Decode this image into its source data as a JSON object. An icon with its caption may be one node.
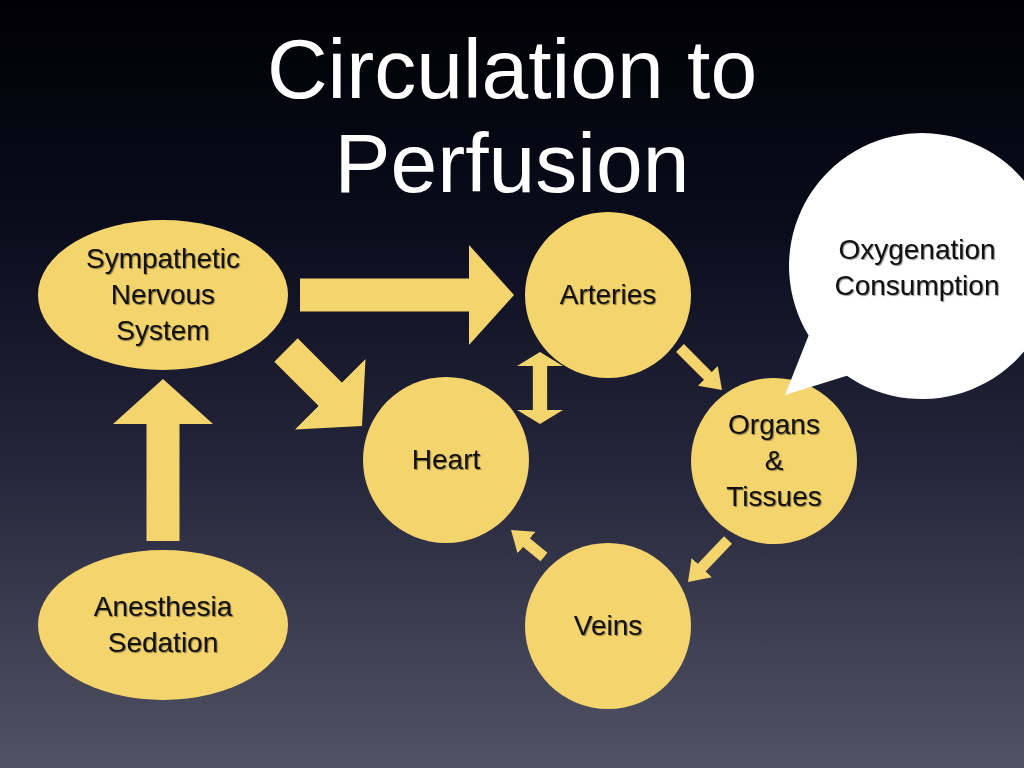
{
  "diagram": {
    "title": "Circulation to Perfusion",
    "nodes": [
      {
        "text": [
          "Sympathetic Nervous System"
        ]
      },
      {
        "text": [
          "Arteries"
        ]
      },
      {
        "text": [
          "Oxygenation Consumption"
        ]
      },
      {
        "text": [
          "Heart"
        ]
      },
      {
        "text": [
          "Organs & Tissues"
        ]
      },
      {
        "text": [
          "Anesthesia Sedation"
        ]
      },
      {
        "text": [
          "Veins"
        ]
      }
    ],
    "edges": [
      {
        "from": 0,
        "to": 1,
        "arrow": "to",
        "style": "thick"
      },
      {
        "from": 0,
        "to": 3,
        "arrow": "to",
        "style": "thick"
      },
      {
        "from": 5,
        "to": 0,
        "arrow": "to",
        "style": "thick"
      },
      {
        "from": 1,
        "to": 3,
        "arrow": "both"
      },
      {
        "from": 1,
        "to": 4,
        "arrow": "to"
      },
      {
        "from": 4,
        "to": 6,
        "arrow": "to"
      },
      {
        "from": 6,
        "to": 3,
        "arrow": "to"
      }
    ]
  }
}
